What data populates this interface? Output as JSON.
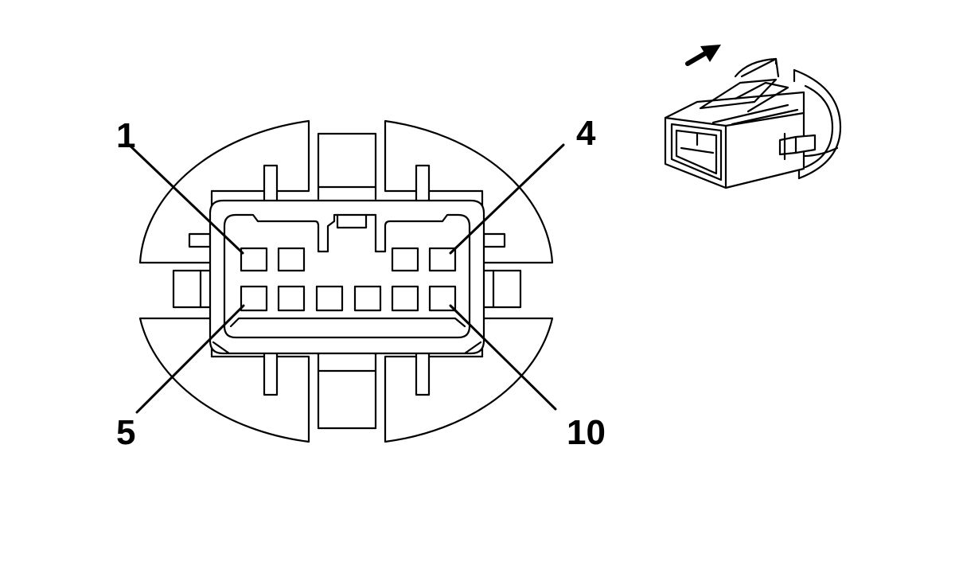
{
  "diagram": {
    "pin_labels": {
      "pin1": "1",
      "pin4": "4",
      "pin5": "5",
      "pin10": "10"
    },
    "icons": {
      "arrow": "arrow-icon",
      "connector_thumbnail": "connector-perspective-icon"
    }
  }
}
